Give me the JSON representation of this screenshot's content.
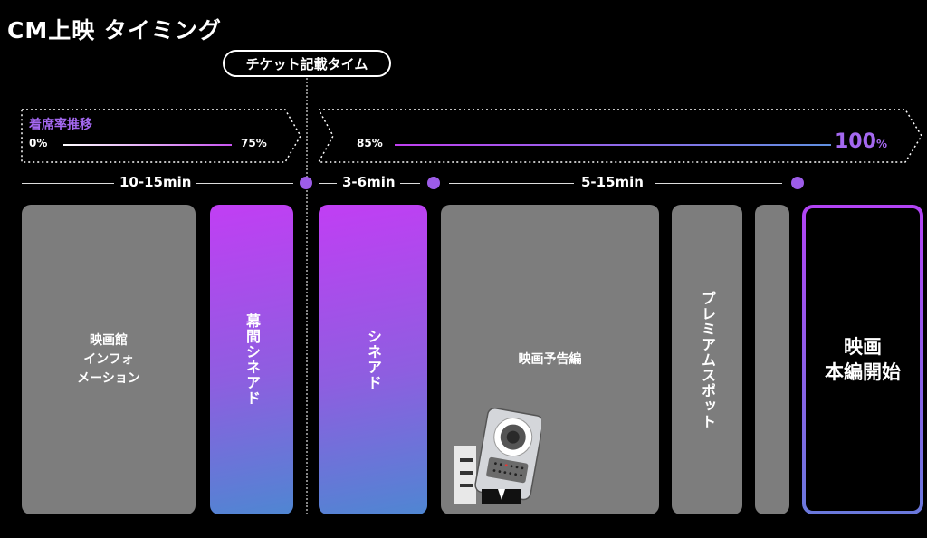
{
  "title": "CM上映 タイミング",
  "ticket_time": "チケット記載タイム",
  "seat_rate": {
    "label": "着席率推移",
    "start": "0%",
    "mid": "75%",
    "resume": "85%",
    "end_value": "100",
    "end_unit": "%"
  },
  "segments": [
    "10-15min",
    "3-6min",
    "5-15min"
  ],
  "blocks": {
    "theater_info": [
      "映画館",
      "インフォ",
      "メーション"
    ],
    "intermission_cinead": "幕間シネアド",
    "cinead": "シネアド",
    "trailers": "映画予告編",
    "premium_spot": "プレミアムスポット",
    "main_feature": [
      "映画",
      "本編開始"
    ]
  },
  "colors": {
    "accent_purple": "#a468f0",
    "block_gray": "#7d7d7d",
    "gradient_top": "#c13ef4",
    "gradient_bottom": "#4f86d2"
  },
  "icons": [
    "speaker-mascot-icon"
  ]
}
